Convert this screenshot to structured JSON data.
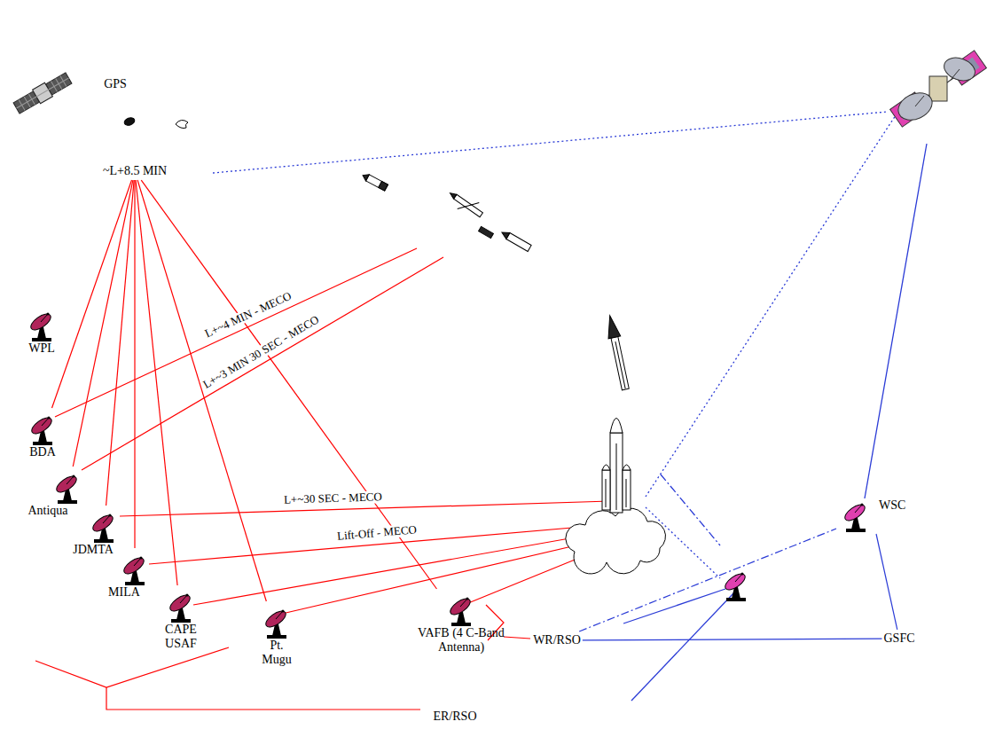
{
  "diagram": {
    "nodes": [
      {
        "text": [
          "GPS"
        ]
      },
      {
        "text": [
          "~L+8.5 MIN"
        ]
      },
      {
        "text": [
          "WPL"
        ]
      },
      {
        "text": [
          "BDA"
        ]
      },
      {
        "text": [
          "Antiqua"
        ]
      },
      {
        "text": [
          "JDMTA"
        ]
      },
      {
        "text": [
          "MILA"
        ]
      },
      {
        "text": [
          "CAPE USAF"
        ]
      },
      {
        "text": [
          "Pt. Mugu"
        ]
      },
      {
        "text": [
          "VAFB (4 C-Band Antenna)"
        ]
      },
      {
        "text": [
          "WSC"
        ]
      },
      {
        "text": [
          "WR/RSO"
        ]
      },
      {
        "text": [
          "GSFC"
        ]
      },
      {
        "text": [
          "ER/RSO"
        ]
      }
    ],
    "edges": [
      {
        "from": 1,
        "to": 3,
        "arrow": "none"
      },
      {
        "from": 1,
        "to": 4,
        "arrow": "none"
      },
      {
        "from": 1,
        "to": 5,
        "arrow": "none"
      },
      {
        "from": 1,
        "to": 6,
        "arrow": "none"
      },
      {
        "from": 1,
        "to": 7,
        "arrow": "none"
      },
      {
        "from": 1,
        "to": 8,
        "arrow": "none"
      },
      {
        "from": 1,
        "to": 9,
        "arrow": "none"
      },
      {
        "from": 11,
        "to": 12,
        "arrow": "none"
      },
      {
        "from": 12,
        "to": 10,
        "arrow": "none"
      },
      {
        "from": 11,
        "to": 10,
        "arrow": "none"
      }
    ],
    "labels": [
      "L+~4 MIN - MECO",
      "L+~3 MIN 30 SEC - MECO",
      "L+~30 SEC - MECO",
      "Lift-Off - MECO"
    ]
  }
}
